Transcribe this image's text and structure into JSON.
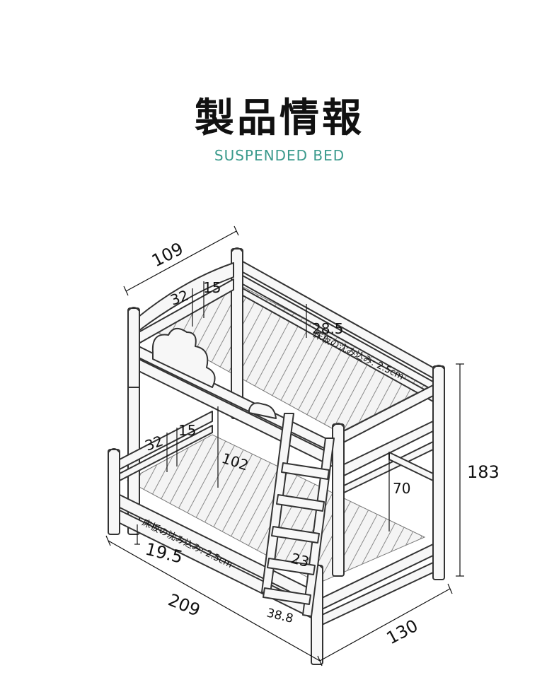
{
  "header": {
    "title": "製品情報",
    "subtitle": "SUSPENDED BED"
  },
  "dimensions": {
    "width_top": "109",
    "depth_front": "130",
    "length": "209",
    "height": "183",
    "guard_32_top": "32",
    "guard_15_top": "15",
    "guard_32_bottom": "32",
    "guard_15_bottom": "15",
    "rail_depth": "28.5",
    "clearance": "102",
    "ladder_height": "70",
    "step_spacing": "23",
    "ladder_width": "38.8",
    "leg_height": "19.5"
  },
  "notes": {
    "sink_top": "床板の沈み込み: 2.5cm",
    "sink_bottom": "床板の沈み込み: 2.5cm"
  }
}
